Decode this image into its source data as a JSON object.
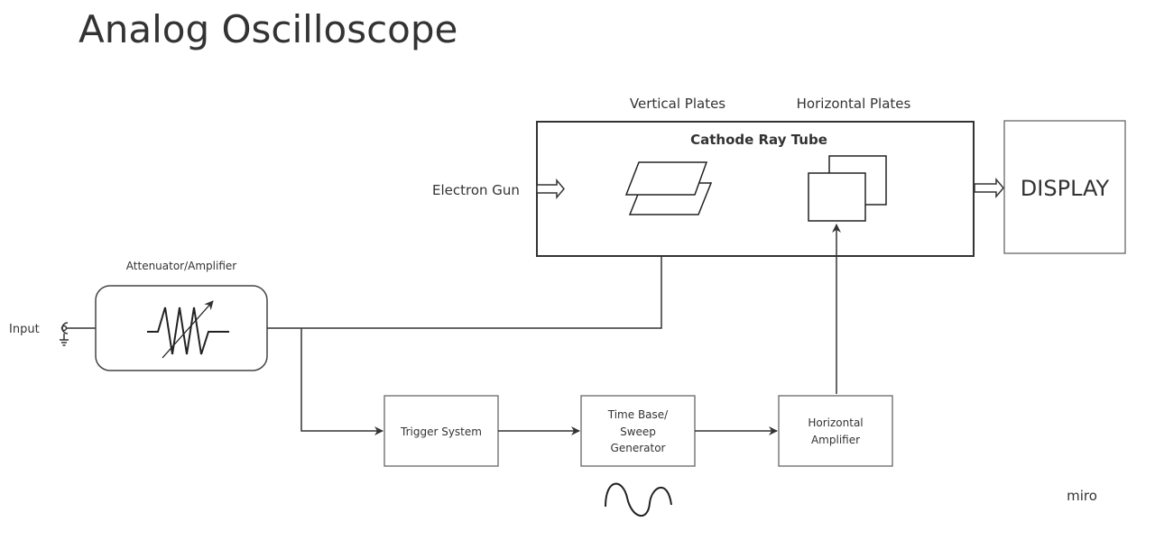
{
  "title": "Analog Oscilloscope",
  "labels": {
    "input": "Input",
    "attenuator": "Attenuator/Amplifier",
    "electron_gun": "Electron Gun",
    "vertical_plates": "Vertical Plates",
    "horizontal_plates": "Horizontal Plates",
    "crt": "Cathode Ray Tube",
    "display": "DISPLAY",
    "trigger": "Trigger System",
    "timebase_1": "Time Base/",
    "timebase_2": "Sweep",
    "timebase_3": "Generator",
    "hamp_1": "Horizontal",
    "hamp_2": "Amplifier",
    "watermark": "miro"
  },
  "colors": {
    "stroke": "#333333",
    "box_stroke": "#555555",
    "text": "#333333",
    "watermark": "#c8c4d4"
  }
}
